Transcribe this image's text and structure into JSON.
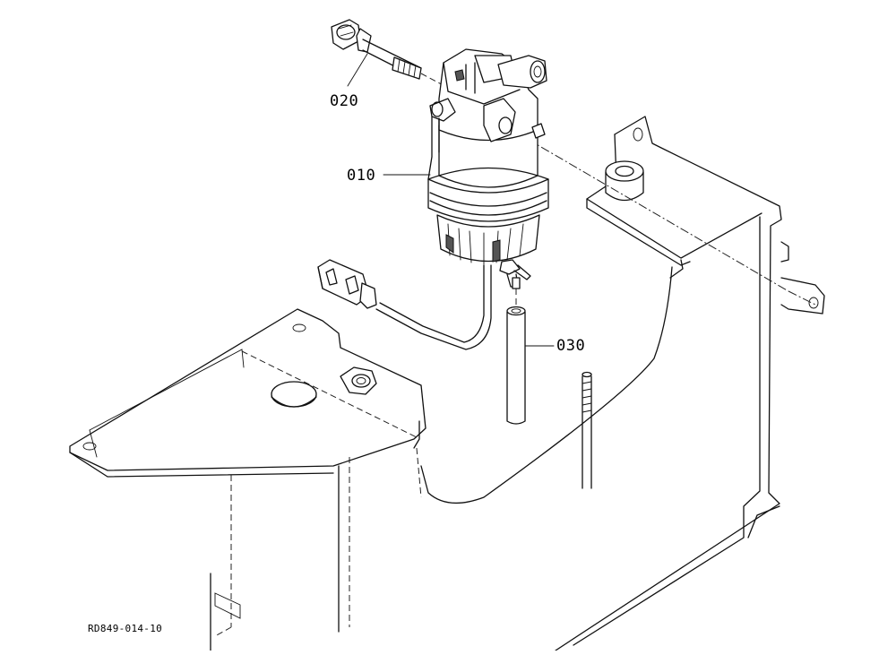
{
  "diagram": {
    "callouts": [
      {
        "id": "020",
        "label": "020"
      },
      {
        "id": "010",
        "label": "010"
      },
      {
        "id": "030",
        "label": "030"
      }
    ],
    "figure_reference": "RD849-014-10",
    "line_color": "#111111",
    "background": "#ffffff"
  }
}
